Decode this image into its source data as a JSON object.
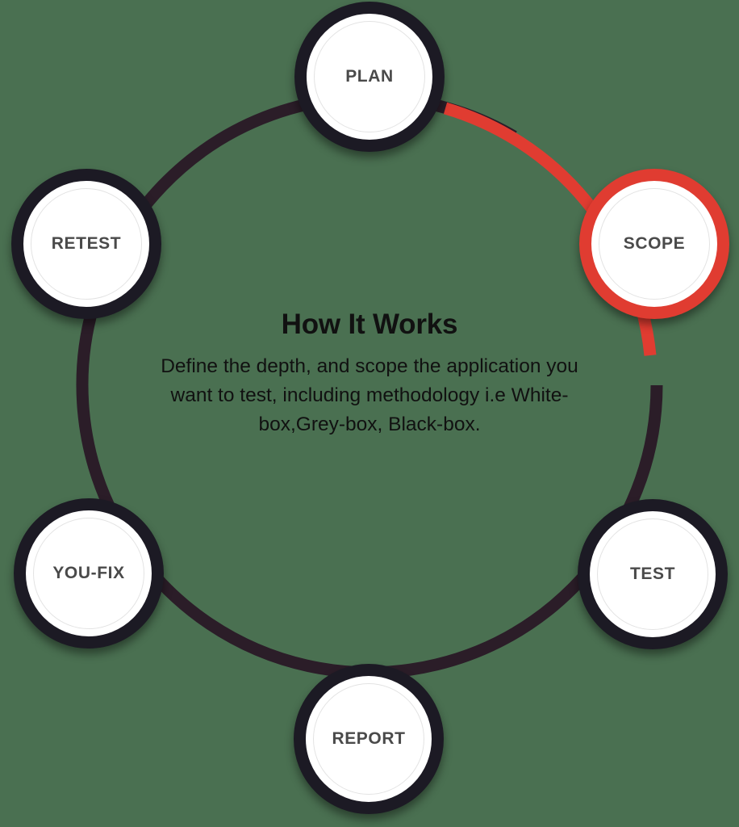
{
  "diagram": {
    "type": "circular-process",
    "background_color": "#4a7051",
    "track_color": "#2b1d28",
    "active_color": "#e03c31",
    "node_ring_color": "#1c1a24",
    "node_fill_color": "#ffffff",
    "node_label_color": "#4a4a4a",
    "inner_outline_color": "#e3e3e3",
    "nodes": [
      {
        "id": "plan",
        "label": "PLAN",
        "position": "top",
        "state": "default"
      },
      {
        "id": "scope",
        "label": "SCOPE",
        "position": "upper-right",
        "state": "active"
      },
      {
        "id": "test",
        "label": "TEST",
        "position": "lower-right",
        "state": "default"
      },
      {
        "id": "report",
        "label": "REPORT",
        "position": "bottom",
        "state": "default"
      },
      {
        "id": "youfix",
        "label": "YOU-FIX",
        "position": "lower-left",
        "state": "default"
      },
      {
        "id": "retest",
        "label": "RETEST",
        "position": "upper-left",
        "state": "default"
      }
    ],
    "segments": [
      {
        "from": "plan",
        "to": "scope",
        "color": "#e03c31",
        "state": "active"
      },
      {
        "from": "scope",
        "to": "test",
        "color": "#2b1d28",
        "state": "default"
      },
      {
        "from": "test",
        "to": "report",
        "color": "#2b1d28",
        "state": "default"
      },
      {
        "from": "report",
        "to": "youfix",
        "color": "#2b1d28",
        "state": "default"
      },
      {
        "from": "youfix",
        "to": "retest",
        "color": "#2b1d28",
        "state": "default"
      },
      {
        "from": "retest",
        "to": "plan",
        "color": "#2b1d28",
        "state": "default"
      }
    ]
  },
  "center": {
    "heading": "How It Works",
    "description": "Define the depth, and scope the application you want to test, including methodology i.e White-box,Grey-box, Black-box."
  }
}
